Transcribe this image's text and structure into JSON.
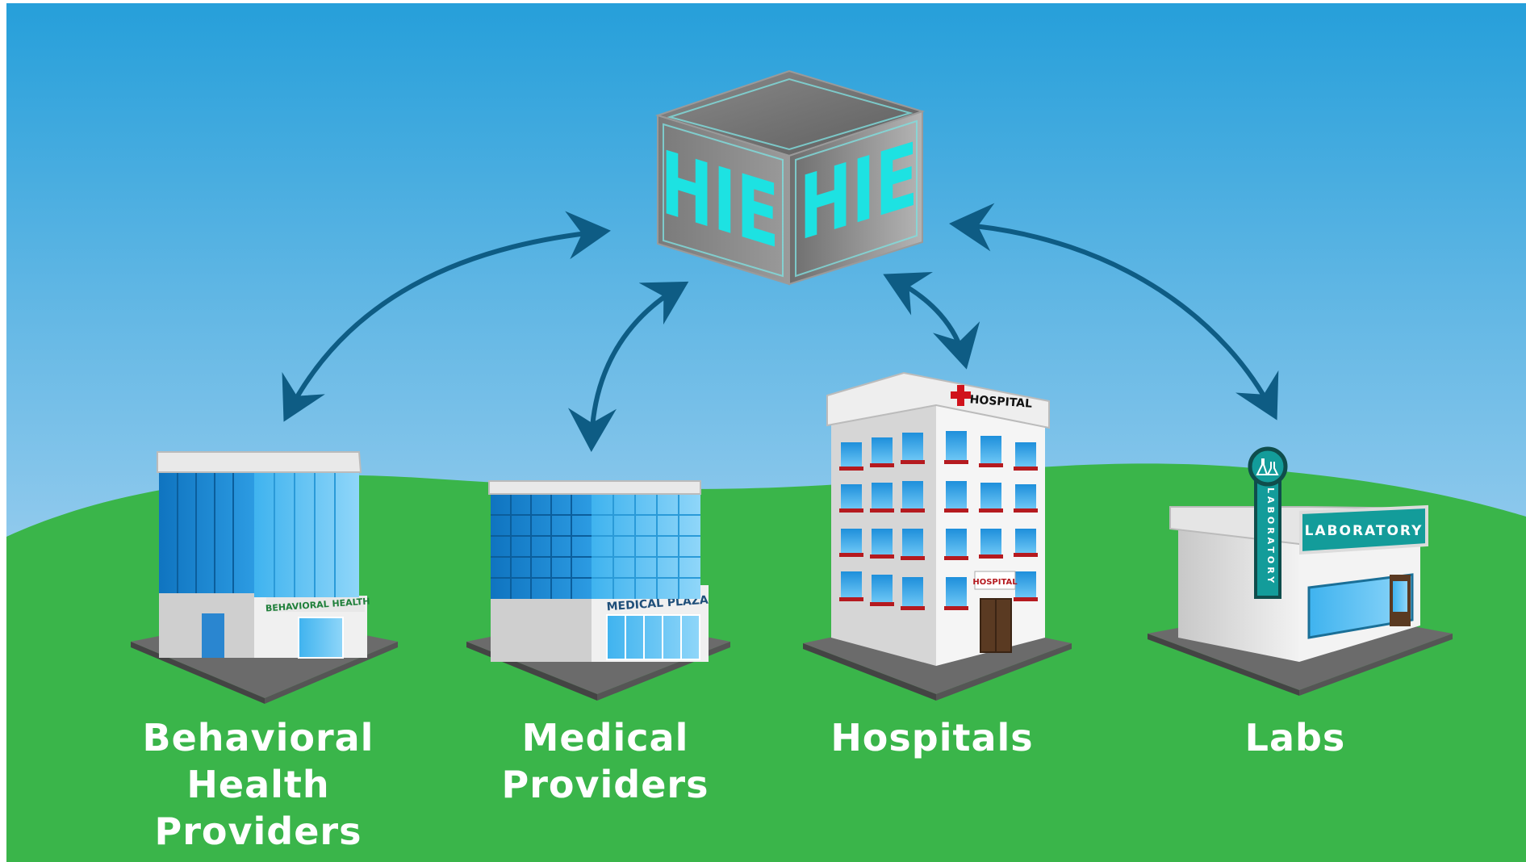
{
  "colors": {
    "sky_top": "#269FDA",
    "sky_bottom": "#BFE0F4",
    "grass": "#3AB54A",
    "arrow": "#0E5C84",
    "cube_text": "#1DE2E2",
    "lab_teal": "#139C9A"
  },
  "hub": {
    "label_left": "HIE",
    "label_right": "HIE"
  },
  "nodes": [
    {
      "id": "behavioral-health",
      "line1": "Behavioral Health",
      "line2": "Providers",
      "sign": "BEHAVIORAL HEALTH"
    },
    {
      "id": "medical",
      "line1": "Medical",
      "line2": "Providers",
      "sign": "MEDICAL PLAZA"
    },
    {
      "id": "hospitals",
      "line1": "Hospitals",
      "line2": "",
      "sign": "HOSPITAL",
      "roof_sign": "HOSPITAL"
    },
    {
      "id": "labs",
      "line1": "Labs",
      "line2": "",
      "sign": "LABORATORY",
      "vertical_sign": "LABORATORY"
    }
  ],
  "edges": [
    {
      "from": "hub",
      "to": "behavioral-health",
      "direction": "both"
    },
    {
      "from": "hub",
      "to": "medical",
      "direction": "both"
    },
    {
      "from": "hub",
      "to": "hospitals",
      "direction": "both"
    },
    {
      "from": "hub",
      "to": "labs",
      "direction": "both"
    }
  ]
}
